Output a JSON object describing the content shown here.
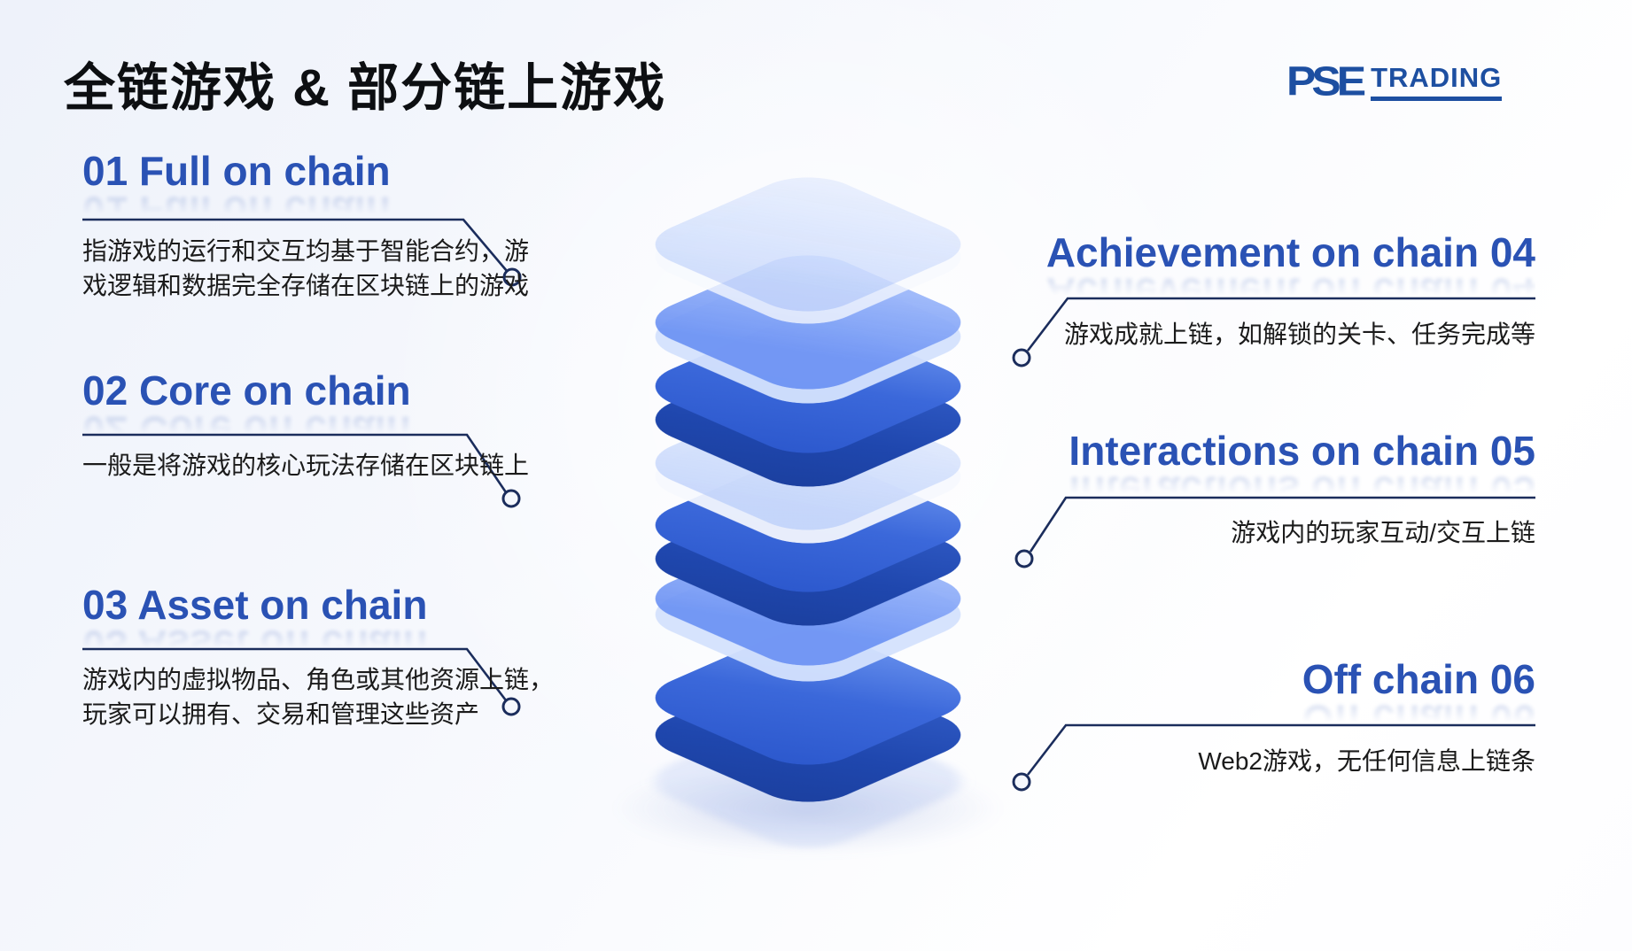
{
  "title": "全链游戏 & 部分链上游戏",
  "logo": {
    "name": "PSE",
    "suffix": "TRADING",
    "color": "#1d4fa1"
  },
  "items": [
    {
      "id": "01",
      "side": "left",
      "heading": "01 Full on chain",
      "description": "指游戏的运行和交互均基于智能合约，游\n戏逻辑和数据完全存储在区块链上的游戏"
    },
    {
      "id": "02",
      "side": "left",
      "heading": "02 Core on chain",
      "description": "一般是将游戏的核心玩法存储在区块链上"
    },
    {
      "id": "03",
      "side": "left",
      "heading": "03 Asset on chain",
      "description": "游戏内的虚拟物品、角色或其他资源上链，\n玩家可以拥有、交易和管理这些资产"
    },
    {
      "id": "04",
      "side": "right",
      "heading": "Achievement on chain 04",
      "description": "游戏成就上链，如解锁的关卡、任务完成等"
    },
    {
      "id": "05",
      "side": "right",
      "heading": "Interactions on chain 05",
      "description": "游戏内的玩家互动/交互上链"
    },
    {
      "id": "06",
      "side": "right",
      "heading": "Off chain 06",
      "description": "Web2游戏，无任何信息上链条"
    }
  ],
  "stack_layers": [
    {
      "name": "layer-light-top",
      "style": "light-translucent"
    },
    {
      "name": "layer-medium-upper",
      "style": "medium-translucent"
    },
    {
      "name": "layer-dark-upper",
      "style": "dark-solid"
    },
    {
      "name": "layer-light-middle",
      "style": "light-translucent"
    },
    {
      "name": "layer-dark-middle",
      "style": "dark-solid"
    },
    {
      "name": "layer-medium-lower",
      "style": "medium-translucent"
    },
    {
      "name": "layer-dark-bottom",
      "style": "dark-solid"
    }
  ],
  "colors": {
    "heading_blue": "#2a52b4",
    "title_black": "#0d0f12",
    "connector_navy": "#1b2d5c",
    "dark_layer": "#2b57cc",
    "medium_layer": "#7d9ff0",
    "light_layer": "#dce6fb",
    "background": "#f2f5fc"
  }
}
